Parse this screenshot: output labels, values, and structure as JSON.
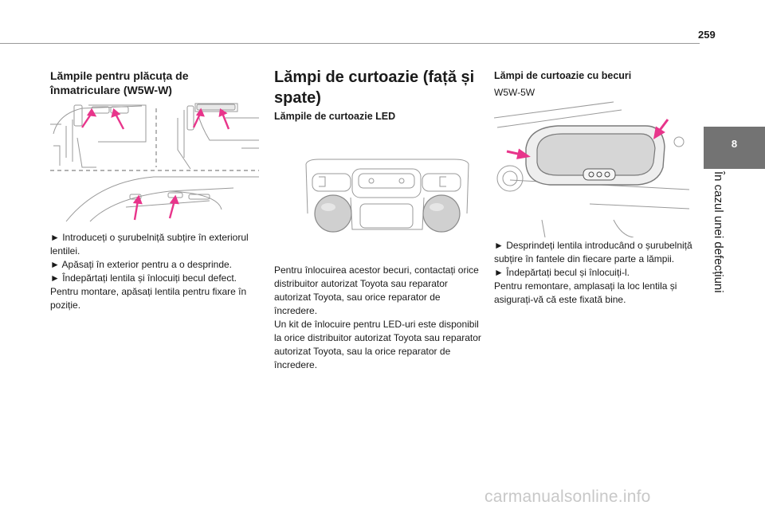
{
  "page": {
    "number": "259"
  },
  "side_tab": {
    "chapter_number": "8",
    "chapter_title": "În cazul unei defecțiuni"
  },
  "col1": {
    "heading": "Lămpile pentru plăcuța de înmatriculare (W5W-W)",
    "paragraphs": [
      "► Introduceți o șurubelniță subțire în exteriorul lentilei.",
      "► Apăsați în exterior pentru a o desprinde.",
      "► Îndepărtați lentila și înlocuiți becul defect.",
      "Pentru montare, apăsați lentila pentru fixare în poziție."
    ]
  },
  "col2": {
    "heading": "Lămpi de curtoazie (față și spate)",
    "subheading": "Lămpile de curtoazie LED",
    "paragraphs": [
      "Pentru înlocuirea acestor becuri, contactați orice distribuitor autorizat Toyota sau reparator autorizat Toyota, sau orice reparator de încredere.",
      "Un kit de înlocuire pentru LED-uri este disponibil la orice distribuitor autorizat Toyota sau reparator autorizat Toyota, sau la orice reparator de încredere."
    ]
  },
  "col3": {
    "heading": "Lămpi de curtoazie cu becuri",
    "bulb_type": "W5W-5W",
    "paragraphs": [
      "► Desprindeți lentila introducând o șurubelniță subțire în fantele din fiecare parte a lămpii.",
      "► Îndepărtați becul și înlocuiți-l.",
      "Pentru remontare, amplasați la loc lentila și asigurați-vă că este fixată bine."
    ]
  },
  "watermark": "carmanualsonline.info",
  "colors": {
    "accent_arrow": "#e8358b",
    "tab_gray": "#737373",
    "line_gray": "#9a9a9a"
  }
}
